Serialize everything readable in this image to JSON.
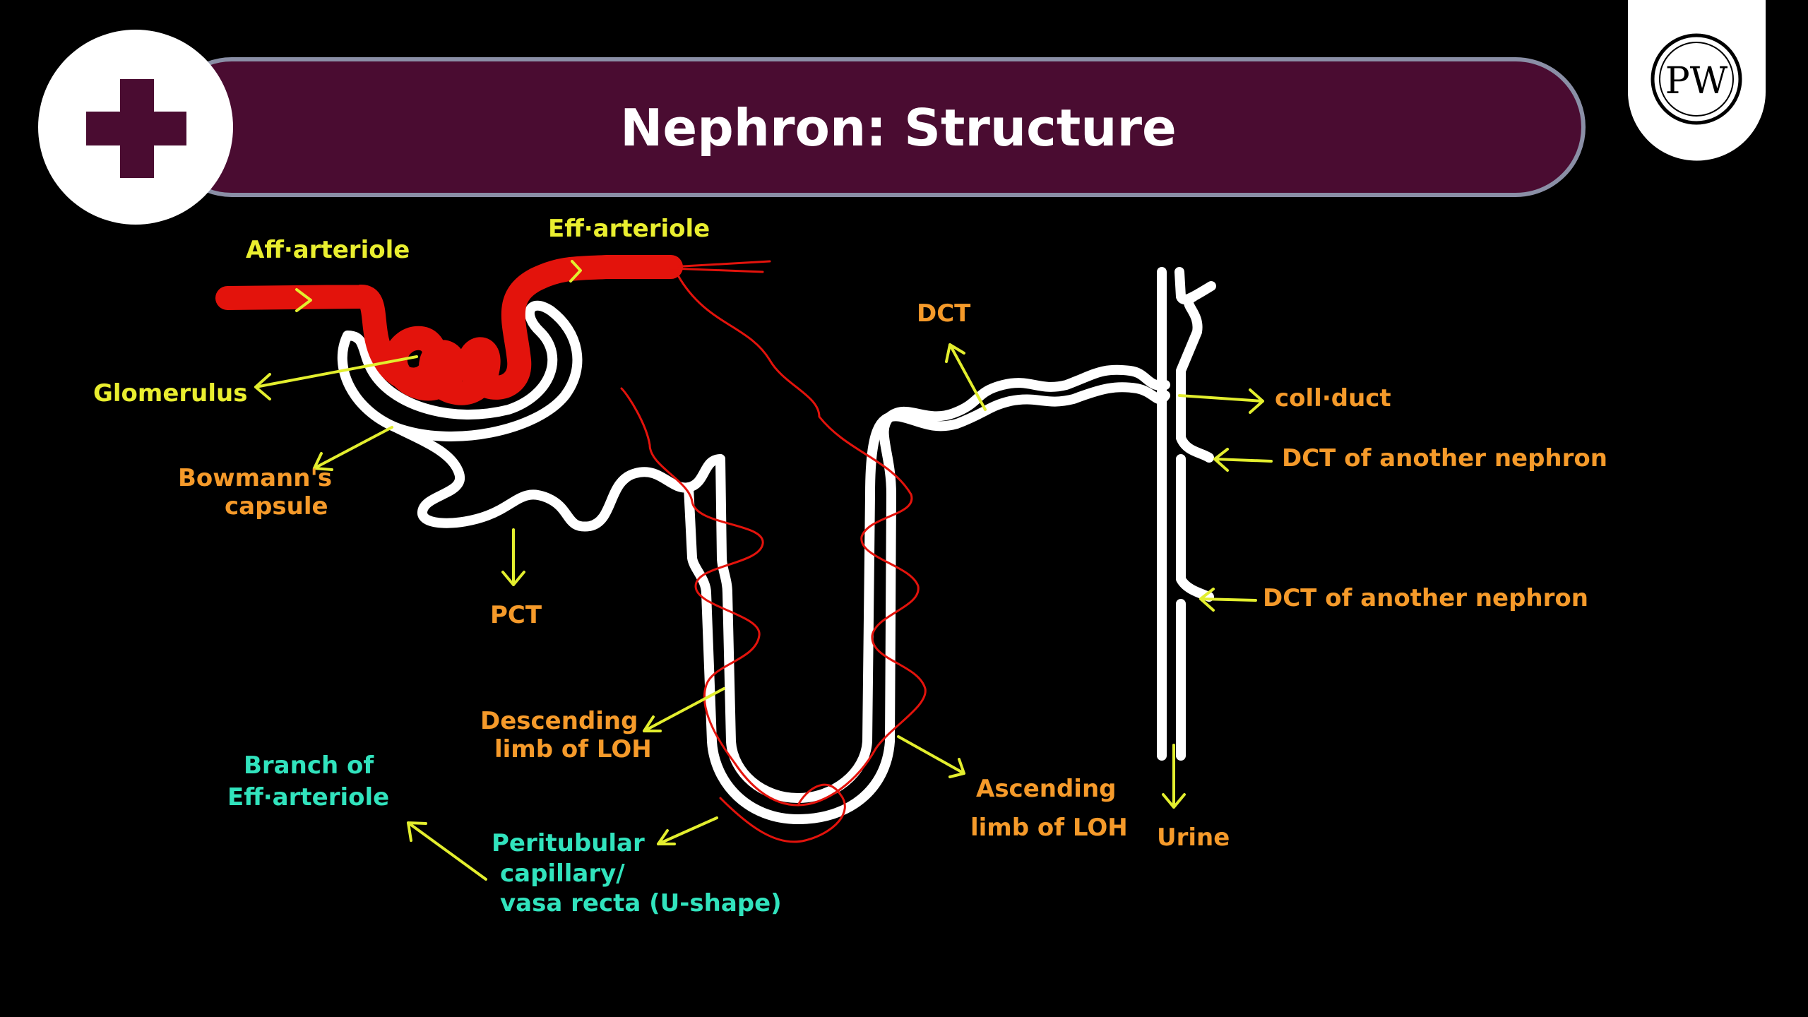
{
  "header": {
    "title": "Nephron: Structure",
    "logo_letters": "PW",
    "colors": {
      "bar": "#4a0c31",
      "bar_border": "#8a8fa6",
      "plus": "#4a0c31",
      "circle": "#ffffff"
    }
  },
  "icons": {
    "badge": "plus-icon",
    "logo": "pw-logo-icon"
  },
  "labels": {
    "aff_arteriole": "Aff·arteriole",
    "eff_arteriole": "Eff·arteriole",
    "glomerulus": "Glomerulus",
    "bowmans_1": "Bowmann's",
    "bowmans_2": "capsule",
    "pct": "PCT",
    "dct": "DCT",
    "coll_duct": "coll·duct",
    "dct_other_1": "DCT of another nephron",
    "dct_other_2": "DCT of another nephron",
    "descending_1": "Descending",
    "descending_2": "limb of LOH",
    "ascending_1": "Ascending",
    "ascending_2": "limb of LOH",
    "urine": "Urine",
    "branch_1": "Branch of",
    "branch_2": "Eff·arteriole",
    "peritubular_1": "Peritubular",
    "peritubular_2": "capillary/",
    "peritubular_3": "vasa recta (U-shape)"
  },
  "colors": {
    "label_orange": "#f59a2a",
    "label_yellow": "#e9ee2f",
    "label_cyan": "#31e3bd",
    "arrow": "#e3ee2e",
    "tubule": "#ffffff",
    "vessel": "#e3130c"
  }
}
